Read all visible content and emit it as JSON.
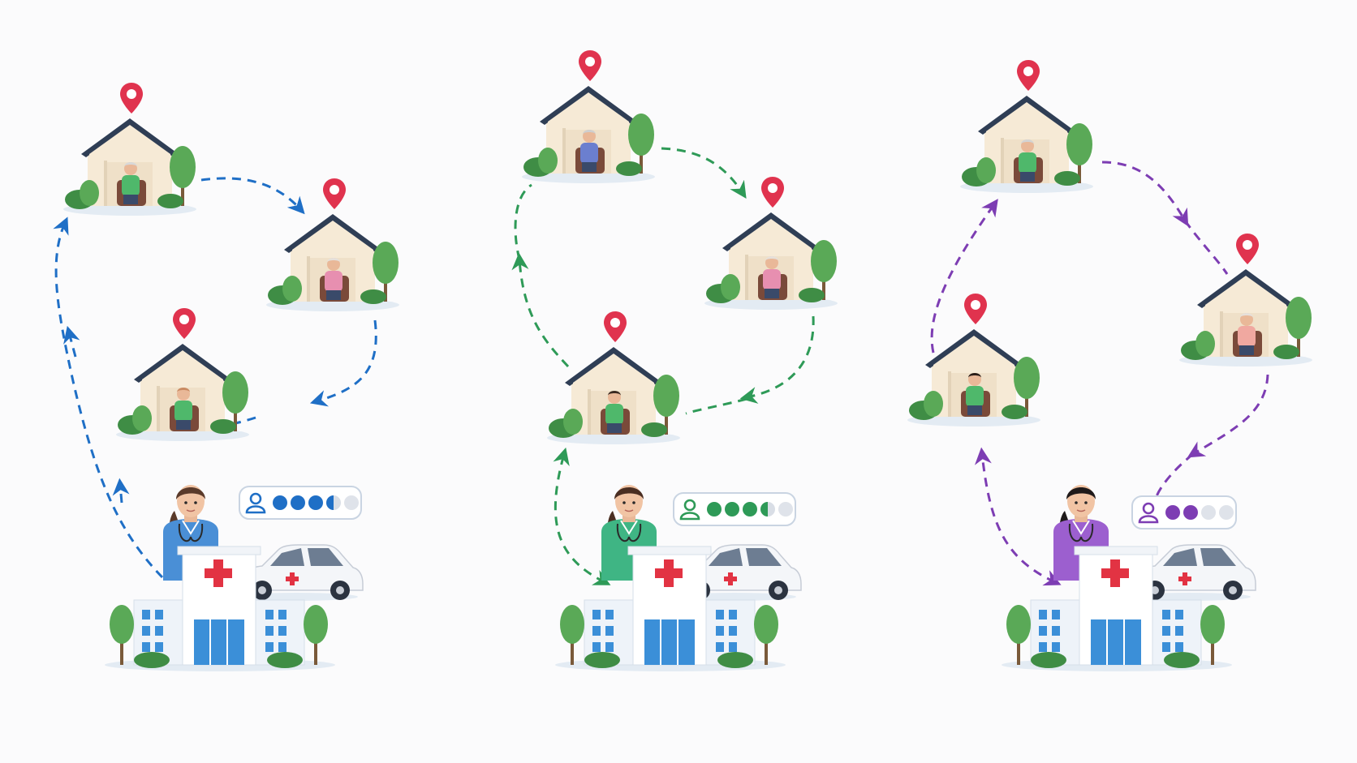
{
  "colors": {
    "background": "#fbfbfc",
    "pin": "#e0334e",
    "house_wall": "#f6ead6",
    "house_roof": "#2f3e55",
    "tree": "#5aa957",
    "tree_dark": "#3f8d45",
    "hospital": "#eef3f9",
    "hospital_window": "#3b8fd8",
    "cross": "#e23343"
  },
  "routes": [
    {
      "id": "blue",
      "color": "#1f6fc6",
      "nurse_uniform": "#4a8fd6",
      "nurse_hair": "#5a3a2a",
      "caseload_filled": 3,
      "caseload_partial": 1,
      "caseload_total": 5,
      "patients": [
        {
          "shirt": "#4fb86b",
          "hair": "#d8d8d8"
        },
        {
          "shirt": "#e78fb0",
          "hair": "#e6e0da"
        },
        {
          "shirt": "#4fb86b",
          "hair": "#c98a62"
        }
      ]
    },
    {
      "id": "green",
      "color": "#2e9a57",
      "nurse_uniform": "#3fb584",
      "nurse_hair": "#4a2e22",
      "caseload_filled": 3,
      "caseload_partial": 1,
      "caseload_total": 5,
      "patients": [
        {
          "shirt": "#6b7fcf",
          "hair": "#cfcfcf"
        },
        {
          "shirt": "#e78fb0",
          "hair": "#e6e0da"
        },
        {
          "shirt": "#4fb86b",
          "hair": "#3a2a22"
        }
      ]
    },
    {
      "id": "purple",
      "color": "#7d3db3",
      "nurse_uniform": "#9c5fcf",
      "nurse_hair": "#1f1a1a",
      "caseload_filled": 2,
      "caseload_partial": 0,
      "caseload_total": 4,
      "patients": [
        {
          "shirt": "#4fb86b",
          "hair": "#d4d4d4"
        },
        {
          "shirt": "#f0a8a0",
          "hair": "#e6e0da"
        },
        {
          "shirt": "#4fb86b",
          "hair": "#2a1d18"
        }
      ]
    }
  ]
}
